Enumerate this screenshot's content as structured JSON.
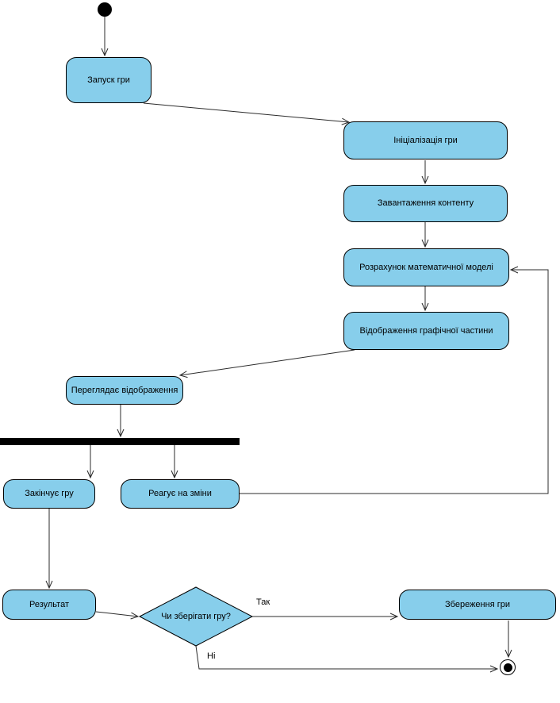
{
  "diagram": {
    "kind": "uml-activity-diagram",
    "colors": {
      "node_fill": "#87CEEB",
      "node_border": "#000000",
      "edge": "#2b2b2b",
      "background": "#ffffff"
    },
    "nodes": {
      "start": {
        "type": "initial-node"
      },
      "launch": {
        "label": "Запуск гри"
      },
      "init": {
        "label": "Ініціалізація гри"
      },
      "load_content": {
        "label": "Завантаження контенту"
      },
      "math_model": {
        "label": "Розрахунок математичної моделі"
      },
      "render_graphics": {
        "label": "Відображення графічної частини"
      },
      "view_display": {
        "label": "Переглядає відображення"
      },
      "end_game": {
        "label": "Закінчує гру"
      },
      "react_changes": {
        "label": "Реагує на зміни"
      },
      "result": {
        "label": "Результат"
      },
      "save_decision": {
        "label": "Чи зберігати гру?"
      },
      "save_game": {
        "label": "Збереження гри"
      },
      "final": {
        "type": "final-node"
      }
    },
    "edge_labels": {
      "yes": "Так",
      "no": "Ні"
    }
  }
}
